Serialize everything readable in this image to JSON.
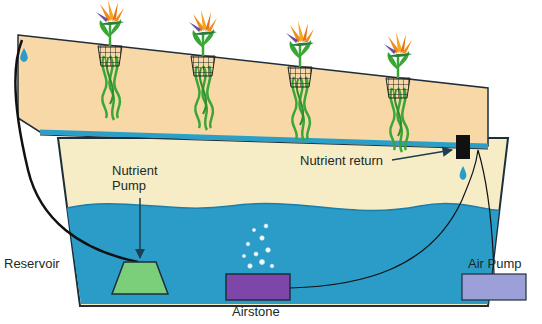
{
  "diagram": {
    "labels": [
      "Nutrient Pump",
      "Nutrient return",
      "Reservoir",
      "Airstone",
      "Air Pump"
    ]
  }
}
